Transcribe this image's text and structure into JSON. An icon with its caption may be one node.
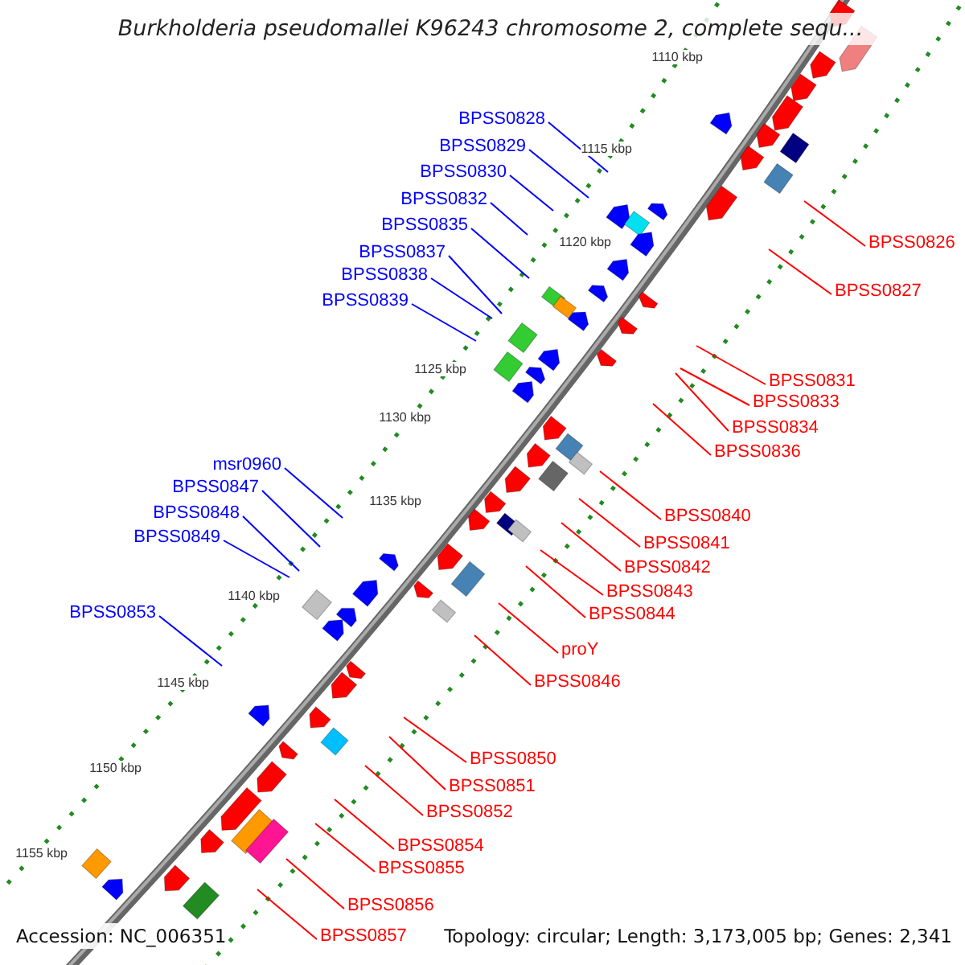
{
  "diagram": {
    "title": "Burkholderia pseudomallei K96243 chromosome 2, complete sequ...",
    "nodes": [
      {
        "text": [
          "BPSS0828"
        ]
      },
      {
        "text": [
          "BPSS0829"
        ]
      },
      {
        "text": [
          "BPSS0830"
        ]
      },
      {
        "text": [
          "BPSS0832"
        ]
      },
      {
        "text": [
          "BPSS0835"
        ]
      },
      {
        "text": [
          "BPSS0837"
        ]
      },
      {
        "text": [
          "BPSS0838"
        ]
      },
      {
        "text": [
          "BPSS0839"
        ]
      },
      {
        "text": [
          "msr0960"
        ]
      },
      {
        "text": [
          "BPSS0847"
        ]
      },
      {
        "text": [
          "BPSS0848"
        ]
      },
      {
        "text": [
          "BPSS0849"
        ]
      },
      {
        "text": [
          "BPSS0853"
        ]
      },
      {
        "text": [
          "BPSS0826"
        ]
      },
      {
        "text": [
          "BPSS0827"
        ]
      },
      {
        "text": [
          "BPSS0831"
        ]
      },
      {
        "text": [
          "BPSS0833"
        ]
      },
      {
        "text": [
          "BPSS0834"
        ]
      },
      {
        "text": [
          "BPSS0836"
        ]
      },
      {
        "text": [
          "BPSS0840"
        ]
      },
      {
        "text": [
          "BPSS0841"
        ]
      },
      {
        "text": [
          "BPSS0842"
        ]
      },
      {
        "text": [
          "BPSS0843"
        ]
      },
      {
        "text": [
          "BPSS0844"
        ]
      },
      {
        "text": [
          "proY"
        ]
      },
      {
        "text": [
          "BPSS0846"
        ]
      },
      {
        "text": [
          "BPSS0850"
        ]
      },
      {
        "text": [
          "BPSS0851"
        ]
      },
      {
        "text": [
          "BPSS0852"
        ]
      },
      {
        "text": [
          "BPSS0854"
        ]
      },
      {
        "text": [
          "BPSS0855"
        ]
      },
      {
        "text": [
          "BPSS0856"
        ]
      },
      {
        "text": [
          "BPSS0857"
        ]
      }
    ],
    "edges": [
      {
        "from": 0,
        "to": null,
        "arrow": "none",
        "color": "#0000ff"
      },
      {
        "from": 1,
        "to": null,
        "arrow": "none",
        "color": "#0000ff"
      },
      {
        "from": 2,
        "to": null,
        "arrow": "none",
        "color": "#0000ff"
      },
      {
        "from": 3,
        "to": null,
        "arrow": "none",
        "color": "#0000ff"
      },
      {
        "from": 4,
        "to": null,
        "arrow": "none",
        "color": "#0000ff"
      },
      {
        "from": 5,
        "to": null,
        "arrow": "none",
        "color": "#0000ff"
      },
      {
        "from": 6,
        "to": null,
        "arrow": "none",
        "color": "#0000ff"
      },
      {
        "from": 7,
        "to": null,
        "arrow": "none",
        "color": "#0000ff"
      },
      {
        "from": 8,
        "to": null,
        "arrow": "none",
        "color": "#0000ff"
      },
      {
        "from": 9,
        "to": null,
        "arrow": "none",
        "color": "#0000ff"
      },
      {
        "from": 10,
        "to": null,
        "arrow": "none",
        "color": "#0000ff"
      },
      {
        "from": 11,
        "to": null,
        "arrow": "none",
        "color": "#0000ff"
      },
      {
        "from": 12,
        "to": null,
        "arrow": "none",
        "color": "#0000ff"
      },
      {
        "from": 13,
        "to": null,
        "arrow": "none"
      },
      {
        "from": 14,
        "to": null,
        "arrow": "none"
      },
      {
        "from": 15,
        "to": null,
        "arrow": "none"
      },
      {
        "from": 16,
        "to": null,
        "arrow": "none"
      },
      {
        "from": 17,
        "to": null,
        "arrow": "none"
      },
      {
        "from": 18,
        "to": null,
        "arrow": "none"
      },
      {
        "from": 19,
        "to": null,
        "arrow": "none"
      },
      {
        "from": 20,
        "to": null,
        "arrow": "none"
      },
      {
        "from": 21,
        "to": null,
        "arrow": "none"
      },
      {
        "from": 22,
        "to": null,
        "arrow": "none"
      },
      {
        "from": 23,
        "to": null,
        "arrow": "none"
      },
      {
        "from": 24,
        "to": null,
        "arrow": "none"
      },
      {
        "from": 25,
        "to": null,
        "arrow": "none"
      },
      {
        "from": 26,
        "to": null,
        "arrow": "none"
      },
      {
        "from": 27,
        "to": null,
        "arrow": "none"
      },
      {
        "from": 28,
        "to": null,
        "arrow": "none"
      },
      {
        "from": 29,
        "to": null,
        "arrow": "none"
      },
      {
        "from": 30,
        "to": null,
        "arrow": "none"
      },
      {
        "from": 31,
        "to": null,
        "arrow": "none"
      },
      {
        "from": 32,
        "to": null,
        "arrow": "none"
      }
    ],
    "labels": [
      "1110 kbp",
      "1115 kbp",
      "1120 kbp",
      "1125 kbp",
      "1130 kbp",
      "1135 kbp",
      "1140 kbp",
      "1145 kbp",
      "1150 kbp",
      "1155 kbp",
      "Accession: NC_006351",
      "Topology: circular; Length: 3,173,005 bp; Genes: 2,341"
    ]
  }
}
